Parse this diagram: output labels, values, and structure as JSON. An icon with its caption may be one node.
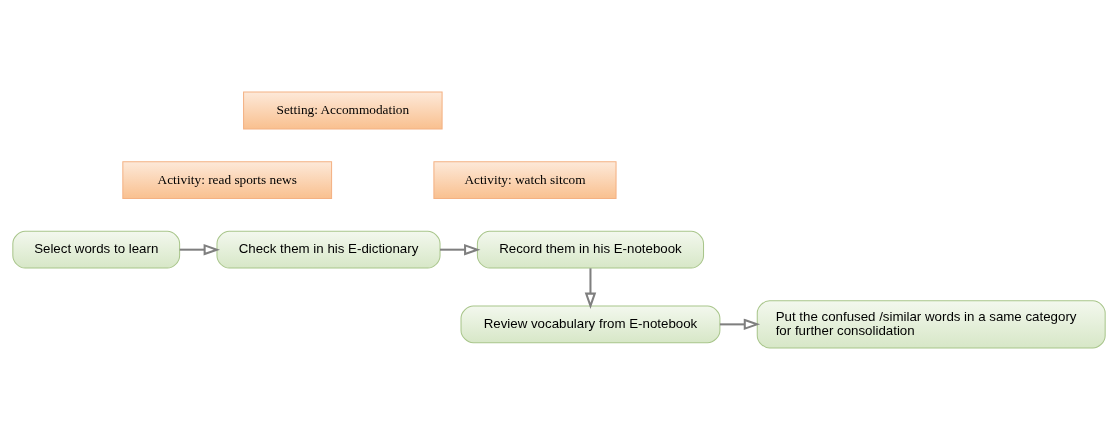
{
  "diagram": {
    "nodes": [
      {
        "text": [
          "Setting: Accommodation"
        ]
      },
      {
        "text": [
          "Activity: read sports news"
        ]
      },
      {
        "text": [
          "Activity: watch sitcom"
        ]
      },
      {
        "text": [
          "Select words to learn"
        ]
      },
      {
        "text": [
          "Check them in his E-dictionary"
        ]
      },
      {
        "text": [
          "Record them in his E-notebook"
        ]
      },
      {
        "text": [
          "Review vocabulary from E-notebook"
        ]
      },
      {
        "text": [
          "Put the confused /similar words in a same category for further consolidation"
        ]
      }
    ],
    "edges": [
      {
        "from": 3,
        "to": 4,
        "arrow": "to"
      },
      {
        "from": 4,
        "to": 5,
        "arrow": "to"
      },
      {
        "from": 5,
        "to": 6,
        "arrow": "to"
      },
      {
        "from": 6,
        "to": 7,
        "arrow": "to"
      }
    ]
  }
}
